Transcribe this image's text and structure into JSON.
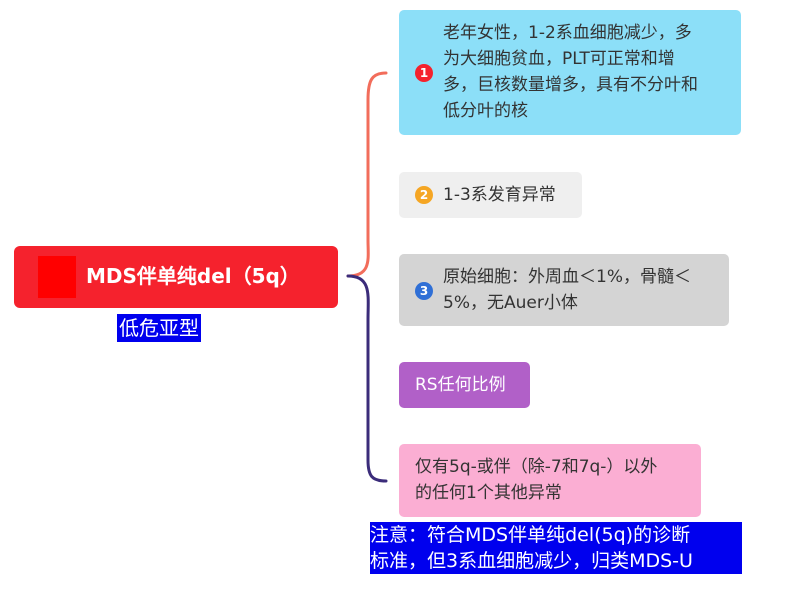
{
  "root": {
    "title": "MDS伴单纯del（5q）",
    "subtitle": "低危亚型"
  },
  "branches": [
    {
      "badge": "1",
      "badge_color": "#f5222d",
      "text_lines": [
        "老年女性，1-2系血细胞减少，多",
        "为大细胞贫血，PLT可正常和增",
        "多，巨核数量增多，具有不分叶和",
        "低分叶的核"
      ],
      "bg": "#8cdff8"
    },
    {
      "badge": "2",
      "badge_color": "#f5a623",
      "text_lines": [
        "1-3系发育异常"
      ],
      "bg": "#efefef"
    },
    {
      "badge": "3",
      "badge_color": "#2f6fd6",
      "text_lines": [
        "原始细胞：外周血＜1%，骨髓＜",
        "5%，无Auer小体"
      ],
      "bg": "#d4d4d4"
    },
    {
      "text_lines": [
        "RS任何比例"
      ],
      "bg": "#b160c8"
    },
    {
      "text_lines": [
        "仅有5q-或伴（除-7和7q-）以外",
        "的任何1个其他异常"
      ],
      "bg": "#fbaed3"
    }
  ],
  "note": {
    "lines": [
      "注意：符合MDS伴单纯del(5q)的诊断",
      "标准，但3系血细胞减少，归类MDS-U"
    ]
  },
  "colors": {
    "upper_bracket": "#f26d5b",
    "lower_bracket": "#3b2c7a",
    "root": "#f5222d",
    "highlight": "#0000ee"
  }
}
